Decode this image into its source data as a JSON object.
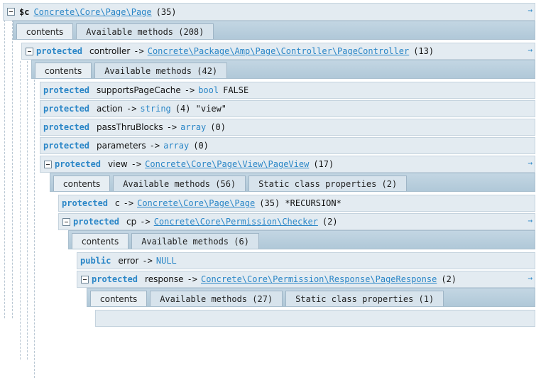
{
  "root": {
    "var": "$c",
    "class": "Concrete\\Core\\Page\\Page",
    "count": "(35)",
    "nav": "→",
    "tabs": {
      "contents": "contents",
      "methods": "Available methods (208)"
    }
  },
  "controller": {
    "access": "protected",
    "name": "controller",
    "arrow": "->",
    "class": "Concrete\\Package\\Amp\\Page\\Controller\\PageController",
    "count": "(13)",
    "nav": "→",
    "tabs": {
      "contents": "contents",
      "methods": "Available methods (42)"
    }
  },
  "supportsPageCache": {
    "access": "protected",
    "name": "supportsPageCache",
    "arrow": "->",
    "type": "bool",
    "value": "FALSE"
  },
  "action": {
    "access": "protected",
    "name": "action",
    "arrow": "->",
    "type": "string",
    "value": "(4) \"view\""
  },
  "passThruBlocks": {
    "access": "protected",
    "name": "passThruBlocks",
    "arrow": "->",
    "type": "array",
    "value": "(0)"
  },
  "parameters": {
    "access": "protected",
    "name": "parameters",
    "arrow": "->",
    "type": "array",
    "value": "(0)"
  },
  "view": {
    "access": "protected",
    "name": "view",
    "arrow": "->",
    "class": "Concrete\\Core\\Page\\View\\PageView",
    "count": "(17)",
    "nav": "→",
    "tabs": {
      "contents": "contents",
      "methods": "Available methods (56)",
      "static": "Static class properties (2)"
    }
  },
  "c": {
    "access": "protected",
    "name": "c",
    "arrow": "->",
    "class": "Concrete\\Core\\Page\\Page",
    "value": "(35) *RECURSION*"
  },
  "cp": {
    "access": "protected",
    "name": "cp",
    "arrow": "->",
    "class": "Concrete\\Core\\Permission\\Checker",
    "count": "(2)",
    "nav": "→",
    "tabs": {
      "contents": "contents",
      "methods": "Available methods (6)"
    }
  },
  "error": {
    "access": "public",
    "name": "error",
    "arrow": "->",
    "type": "NULL"
  },
  "response": {
    "access": "protected",
    "name": "response",
    "arrow": "->",
    "class": "Concrete\\Core\\Permission\\Response\\PageResponse",
    "count": "(2)",
    "nav": "→",
    "tabs": {
      "contents": "contents",
      "methods": "Available methods (27)",
      "static": "Static class properties (1)"
    }
  }
}
